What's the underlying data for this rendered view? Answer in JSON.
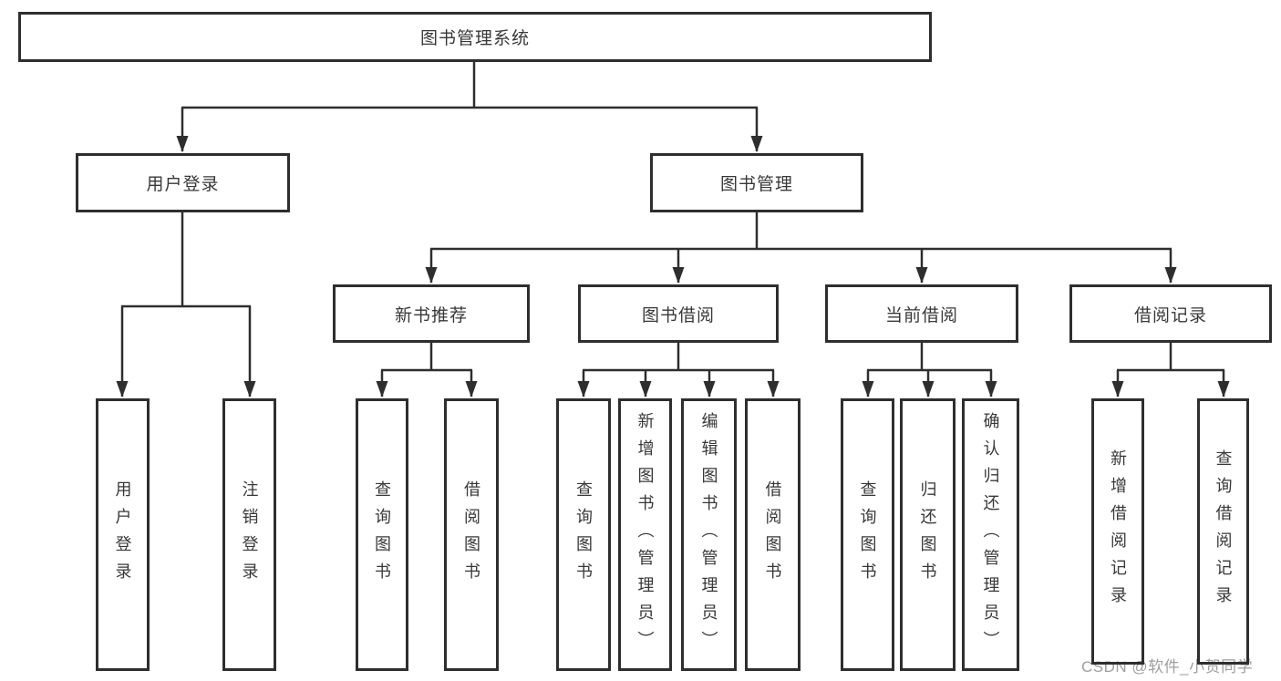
{
  "diagram": {
    "title": "图书管理系统",
    "branches": [
      {
        "label": "用户登录",
        "children": [
          {
            "label": "用户登录"
          },
          {
            "label": "注销登录"
          }
        ]
      },
      {
        "label": "图书管理",
        "sections": [
          {
            "label": "新书推荐",
            "children": [
              {
                "label": "查询图书"
              },
              {
                "label": "借阅图书"
              }
            ]
          },
          {
            "label": "图书借阅",
            "children": [
              {
                "label": "查询图书"
              },
              {
                "label": "新增图书（管理员）"
              },
              {
                "label": "编辑图书（管理员）"
              },
              {
                "label": "借阅图书"
              }
            ]
          },
          {
            "label": "当前借阅",
            "children": [
              {
                "label": "查询图书"
              },
              {
                "label": "归还图书"
              },
              {
                "label": "确认归还（管理员）"
              }
            ]
          },
          {
            "label": "借阅记录",
            "children": [
              {
                "label": "新增借阅记录"
              },
              {
                "label": "查询借阅记录"
              }
            ]
          }
        ]
      }
    ]
  },
  "watermark": {
    "text": "CSDN @软件_小贺同学"
  },
  "colors": {
    "line": "#2e2e2e",
    "node_border": "#2e2e2e",
    "text": "#383838",
    "watermark": "#9e9e9e",
    "background": "#ffffff"
  }
}
